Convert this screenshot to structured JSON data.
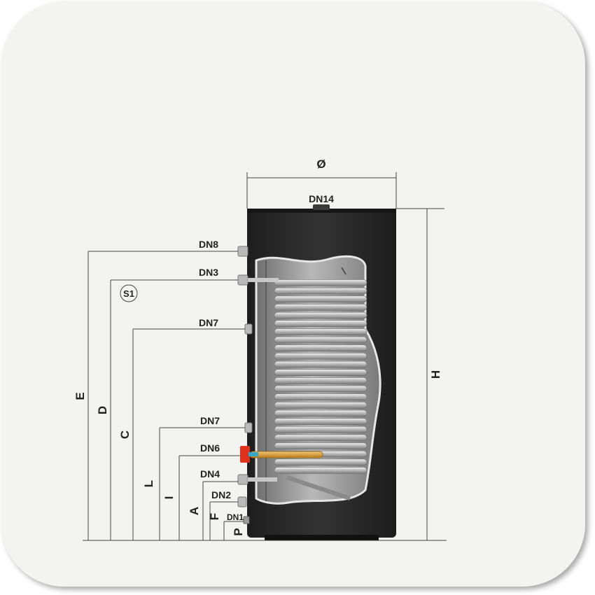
{
  "diameter_label": "Ø",
  "top_port_label": "DN14",
  "height_label": "H",
  "sensor_label": "S1",
  "ports": [
    {
      "id": "dn8",
      "label": "DN8"
    },
    {
      "id": "dn3",
      "label": "DN3"
    },
    {
      "id": "dn7-upper",
      "label": "DN7"
    },
    {
      "id": "dn7-lower",
      "label": "DN7"
    },
    {
      "id": "dn6",
      "label": "DN6"
    },
    {
      "id": "dn4",
      "label": "DN4"
    },
    {
      "id": "dn2",
      "label": "DN2"
    },
    {
      "id": "dn1",
      "label": "DN1"
    }
  ],
  "dimensions": [
    "E",
    "D",
    "C",
    "L",
    "I",
    "A",
    "F",
    "P"
  ],
  "colors": {
    "tank_body": "#2b2b2b",
    "tank_interior": "#9c9c9c",
    "coil": "#d9d9d9",
    "heater_flange": "#e0301e",
    "heater_rod": "#e2a640",
    "panel": "#f3f3f1"
  }
}
